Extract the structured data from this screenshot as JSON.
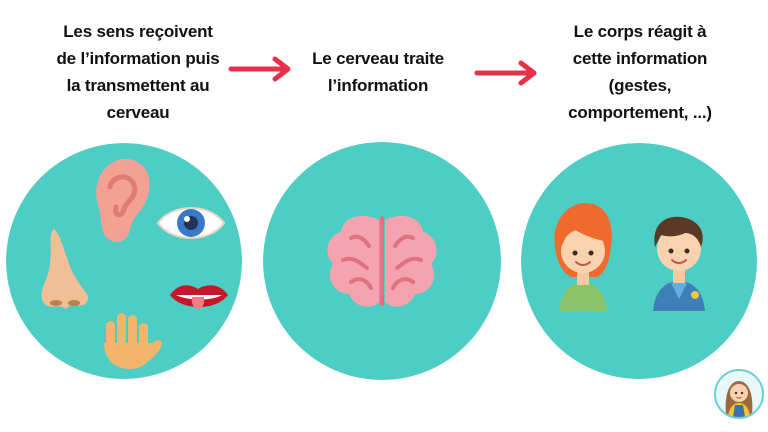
{
  "steps": [
    {
      "text_lines": [
        "Les sens reçoivent",
        "de l’information puis",
        "la transmettent au",
        "cerveau"
      ]
    },
    {
      "text_lines": [
        "Le cerveau traite",
        "l’information"
      ]
    },
    {
      "text_lines": [
        "Le corps réagit à",
        "cette information",
        "(gestes,",
        "comportement, ...)"
      ]
    }
  ],
  "colors": {
    "circle": "#4ecdc4",
    "arrow": "#e8304b",
    "text": "#111111"
  },
  "icons": {
    "senses": [
      "ear-icon",
      "eye-icon",
      "nose-icon",
      "mouth-icon",
      "hand-icon"
    ],
    "brain": "brain-icon",
    "people": [
      "girl-icon",
      "boy-icon"
    ],
    "author": "author-avatar-icon"
  }
}
